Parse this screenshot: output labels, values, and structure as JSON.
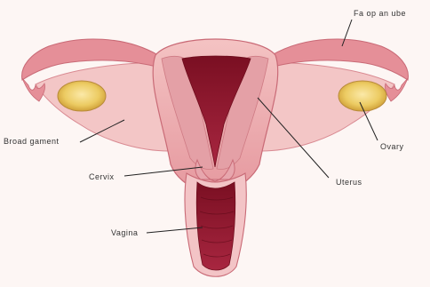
{
  "labels": {
    "fallopian_tube": "Fa op an ube",
    "broad_ligament": "Broad gament",
    "ovary": "Ovary",
    "cervix": "Cervix",
    "uterus": "Uterus",
    "vagina": "Vagina"
  },
  "colors": {
    "background": "#fdf6f4",
    "tissue_light": "#f2b8b8",
    "tissue_mid": "#e38f95",
    "tissue_dark": "#c8606d",
    "cavity": "#8a1628",
    "ovary": "#e8c457",
    "line": "#222222"
  }
}
